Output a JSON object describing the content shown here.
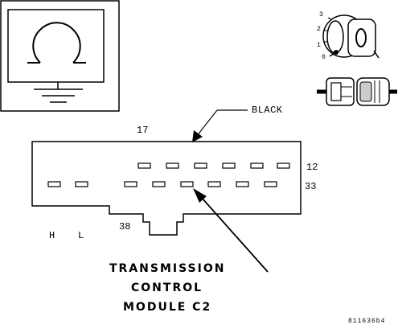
{
  "connector": {
    "wire_color": "BLACK",
    "cavity_labels": {
      "top_left": "17",
      "top_right": "12",
      "bottom_right": "33",
      "bottom_left": "38"
    },
    "ground_labels": {
      "high": "H",
      "low": "L"
    }
  },
  "title": {
    "line1": "TRANSMISSION",
    "line2": "CONTROL",
    "line3": "MODULE C2"
  },
  "ignition_switch": {
    "positions": [
      "3",
      "2",
      "1",
      "0"
    ]
  },
  "figure_code": "811636b4",
  "icons": {
    "meter": "ohmmeter-symbol-icon",
    "ignition": "ignition-key-icon",
    "connector": "disconnected-connector-icon"
  }
}
